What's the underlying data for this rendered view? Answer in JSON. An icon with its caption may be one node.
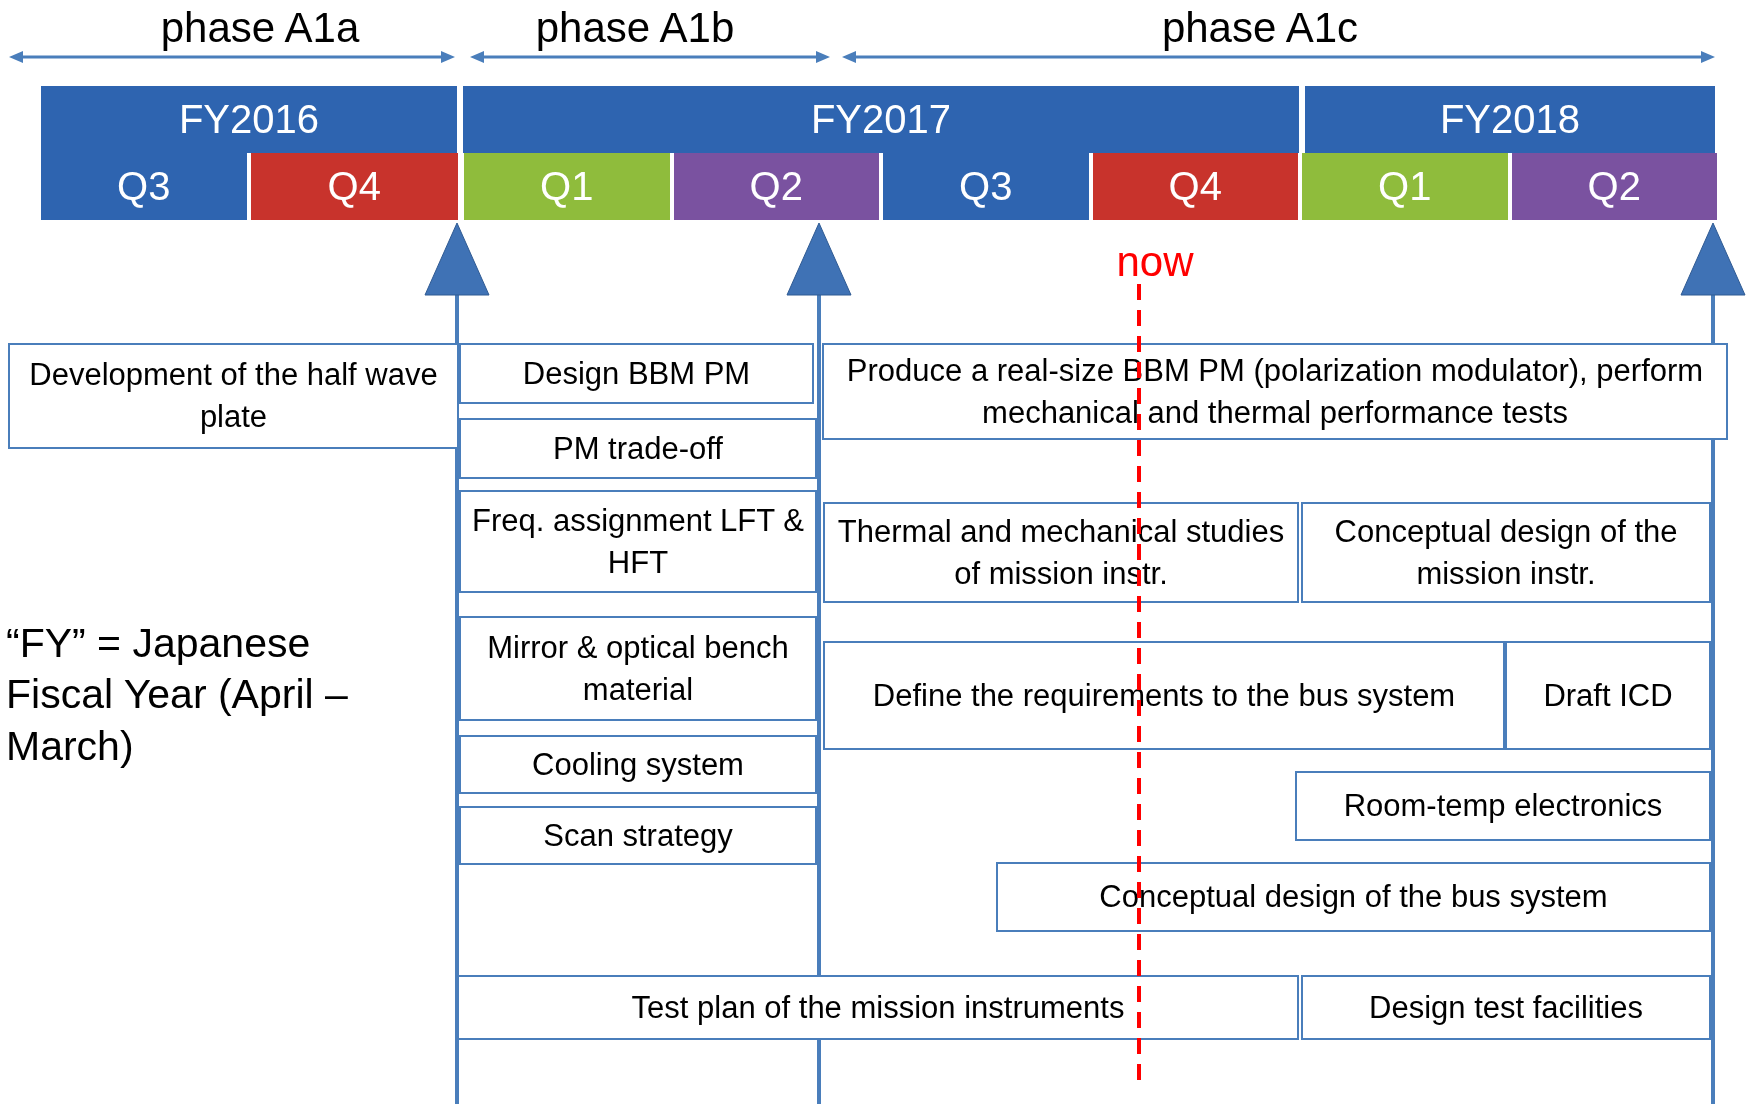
{
  "diagram": {
    "nodes": [
      {
        "text": [
          "FY2016"
        ]
      },
      {
        "text": [
          "FY2017"
        ]
      },
      {
        "text": [
          "FY2018"
        ]
      },
      {
        "text": [
          "Q3"
        ]
      },
      {
        "text": [
          "Q4"
        ]
      },
      {
        "text": [
          "Q1"
        ]
      },
      {
        "text": [
          "Q2"
        ]
      },
      {
        "text": [
          "Q3"
        ]
      },
      {
        "text": [
          "Q4"
        ]
      },
      {
        "text": [
          "Q1"
        ]
      },
      {
        "text": [
          "Q2"
        ]
      },
      {
        "text": [
          "Development of the half wave plate"
        ]
      },
      {
        "text": [
          "Design BBM PM"
        ]
      },
      {
        "text": [
          "Produce a real-size BBM PM (polarization modulator), perform mechanical and thermal performance tests"
        ]
      },
      {
        "text": [
          "PM trade-off"
        ]
      },
      {
        "text": [
          "Freq. assignment LFT & HFT"
        ]
      },
      {
        "text": [
          "Thermal and mechanical studies of mission instr."
        ]
      },
      {
        "text": [
          "Conceptual design of the mission instr."
        ]
      },
      {
        "text": [
          "Mirror & optical bench material"
        ]
      },
      {
        "text": [
          "Define the requirements to the bus system"
        ]
      },
      {
        "text": [
          "Draft ICD"
        ]
      },
      {
        "text": [
          "Cooling system"
        ]
      },
      {
        "text": [
          "Room-temp electronics"
        ]
      },
      {
        "text": [
          "Scan strategy"
        ]
      },
      {
        "text": [
          "Conceptual design of the bus system"
        ]
      },
      {
        "text": [
          "Test plan of the mission instruments"
        ]
      },
      {
        "text": [
          "Design test facilities"
        ]
      }
    ],
    "labels": [
      "phase A1a",
      "phase A1b",
      "phase A1c",
      "now",
      "“FY” = Japanese Fiscal Year (April – March)"
    ]
  }
}
